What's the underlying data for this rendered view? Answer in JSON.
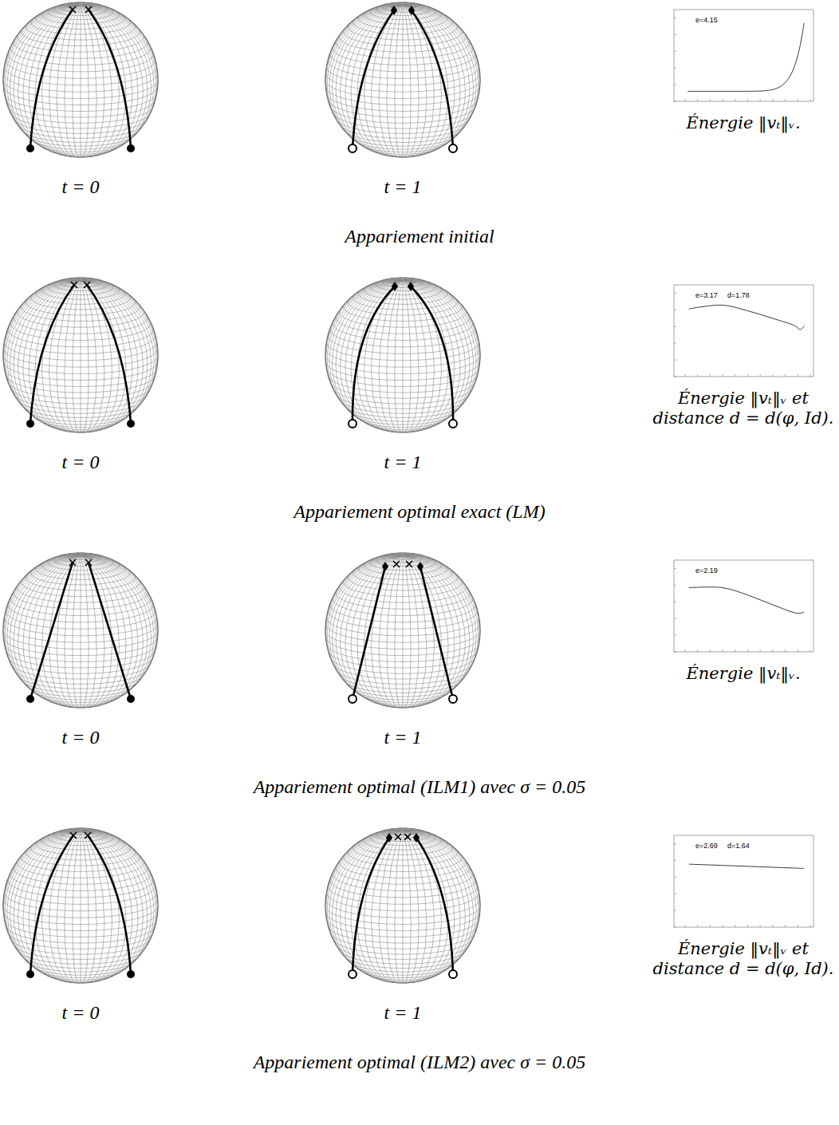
{
  "diagram": {
    "labels": [
      "t = 0",
      "t = 1",
      "e=4.15",
      "Énergie ‖vₜ‖ᵥ.",
      "Appariement initial",
      "t = 0",
      "t = 1",
      "e=3.17",
      "d=1.78",
      "Énergie ‖vₜ‖ᵥ et distance d = d(φ, Id).",
      "Appariement optimal exact (LM)",
      "t = 0",
      "t = 1",
      "e=2.19",
      "Énergie ‖vₜ‖ᵥ.",
      "Appariement optimal (ILM1) avec σ = 0.05",
      "t = 0",
      "t = 1",
      "e=2.69",
      "d=1.64",
      "Énergie ‖vₜ‖ᵥ et distance d = d(φ, Id).",
      "Appariement optimal (ILM2) avec σ = 0.05"
    ]
  }
}
